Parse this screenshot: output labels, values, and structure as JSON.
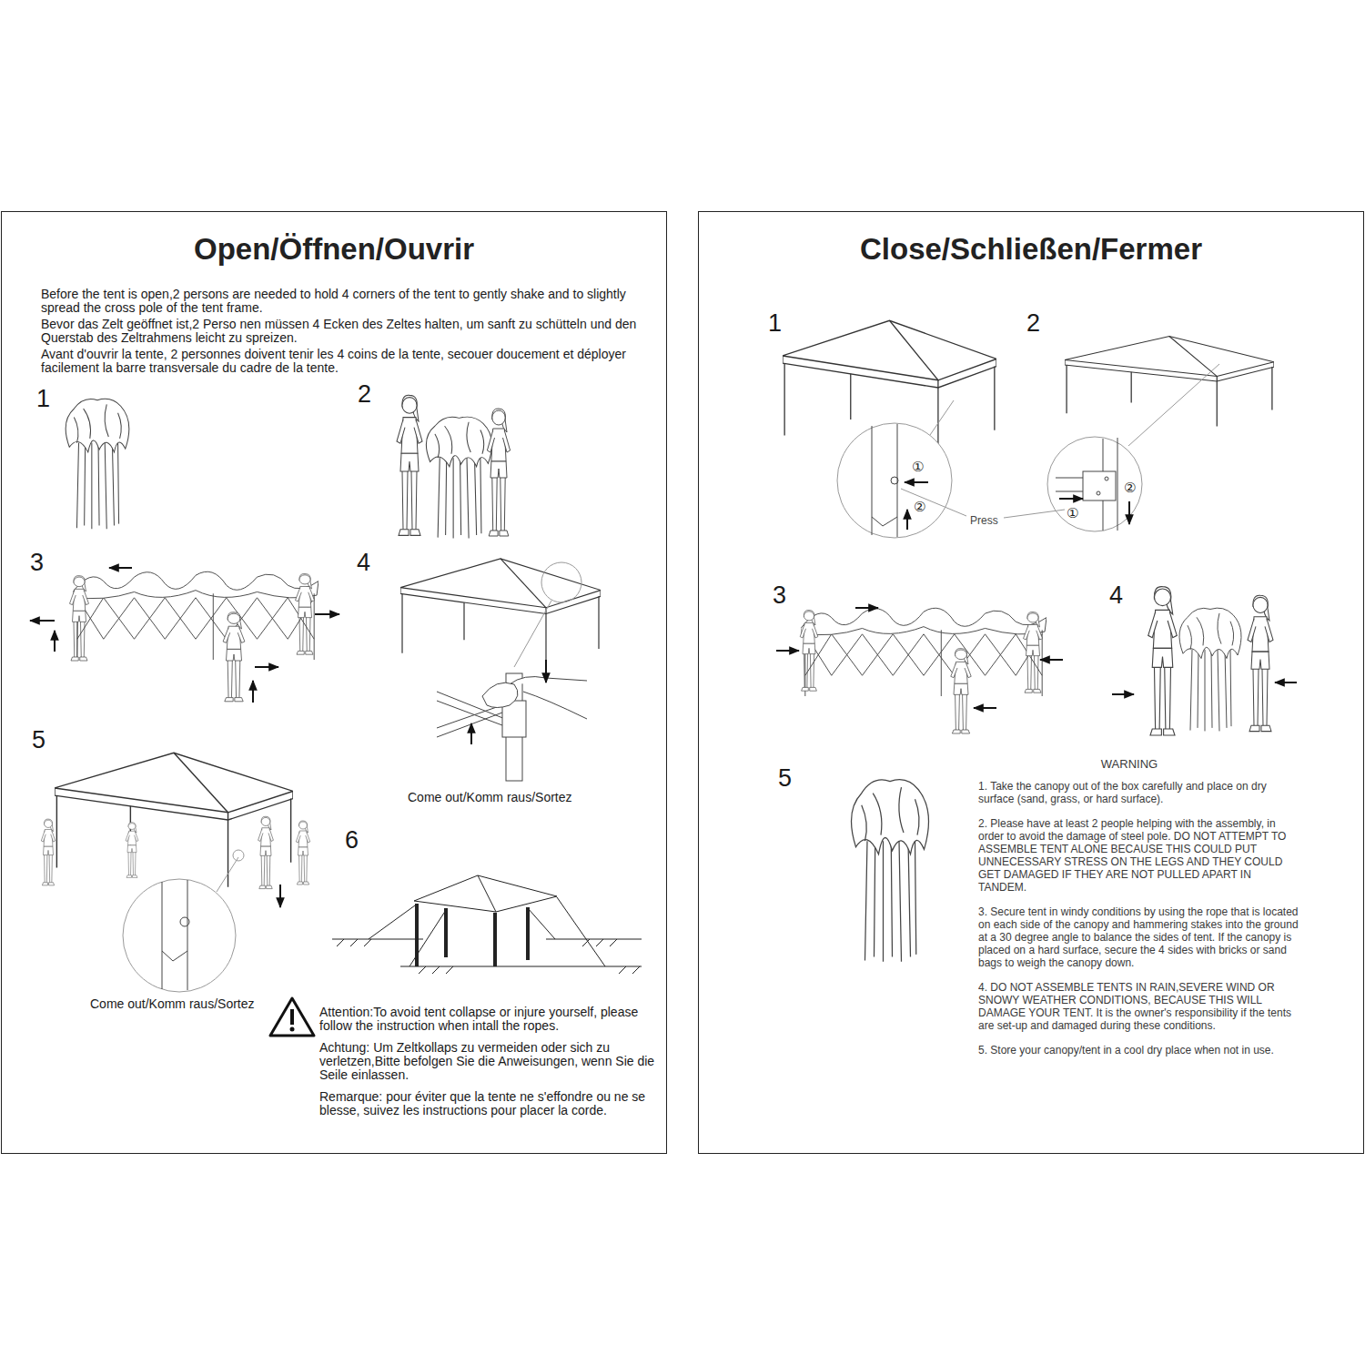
{
  "diagram": {
    "nodes": [
      {
        "text": [
          "Open/Öffnen/Ouvrir"
        ]
      },
      {
        "text": [
          "Close/Schließen/Fermer"
        ]
      }
    ],
    "labels": [
      "Before the tent is open,2 persons are needed to hold 4 corners of the tent to gently shake and to slightly spread the cross pole of the tent frame.",
      "Bevor das Zelt geöffnet ist,2 Perso nen müssen 4 Ecken des Zeltes halten, um sanft zu schütteln und den Querstab des Zeltrahmens leicht zu spreizen.",
      "Avant d'ouvrir la tente, 2 personnes doivent tenir les 4 coins de la tente, secouer doucement et déployer facilement la barre transversale du cadre de la tente.",
      "1",
      "2",
      "3",
      "4",
      "Come out/Komm raus/Sortez",
      "5",
      "6",
      "Come out/Komm raus/Sortez",
      "Attention:To avoid tent collapse or injure yourself, please follow the instruction when intall the ropes.",
      "Achtung: Um Zeltkollaps zu vermeiden oder sich zu verletzen,Bitte befolgen Sie die Anweisungen, wenn Sie die Seile einlassen.",
      "Remarque: pour éviter que la tente ne s'effondre ou ne se blesse, suivez les instructions pour placer la corde.",
      "1",
      "2",
      "①",
      "②",
      "①",
      "②",
      "Press",
      "3",
      "4",
      "5",
      "WARNING",
      "1. Take the canopy out of the box carefully and place on dry surface (sand, grass, or hard surface).",
      "2. Please have at least 2 people helping with the assembly, in order to avoid the damage of steel pole. DO NOT ATTEMPT TO ASSEMBLE TENT ALONE BECAUSE THIS COULD PUT UNNECESSARY STRESS ON THE LEGS AND THEY COULD GET DAMAGED IF THEY ARE NOT PULLED APART IN TANDEM.",
      "3. Secure tent in windy conditions by using the rope that is located on each side of the canopy and hammering stakes into the ground at a 30 degree angle to balance the sides of tent. If the canopy is placed on a hard surface, secure the 4 sides with bricks or sand bags to weigh the canopy down.",
      "4. DO NOT ASSEMBLE TENTS IN RAIN,SEVERE WIND OR SNOWY WEATHER CONDITIONS, BECAUSE THIS WILL DAMAGE YOUR TENT. It is the owner's responsibility if the tents are set-up and damaged during these conditions.",
      "5. Store your canopy/tent in a cool dry place when not in use."
    ]
  }
}
